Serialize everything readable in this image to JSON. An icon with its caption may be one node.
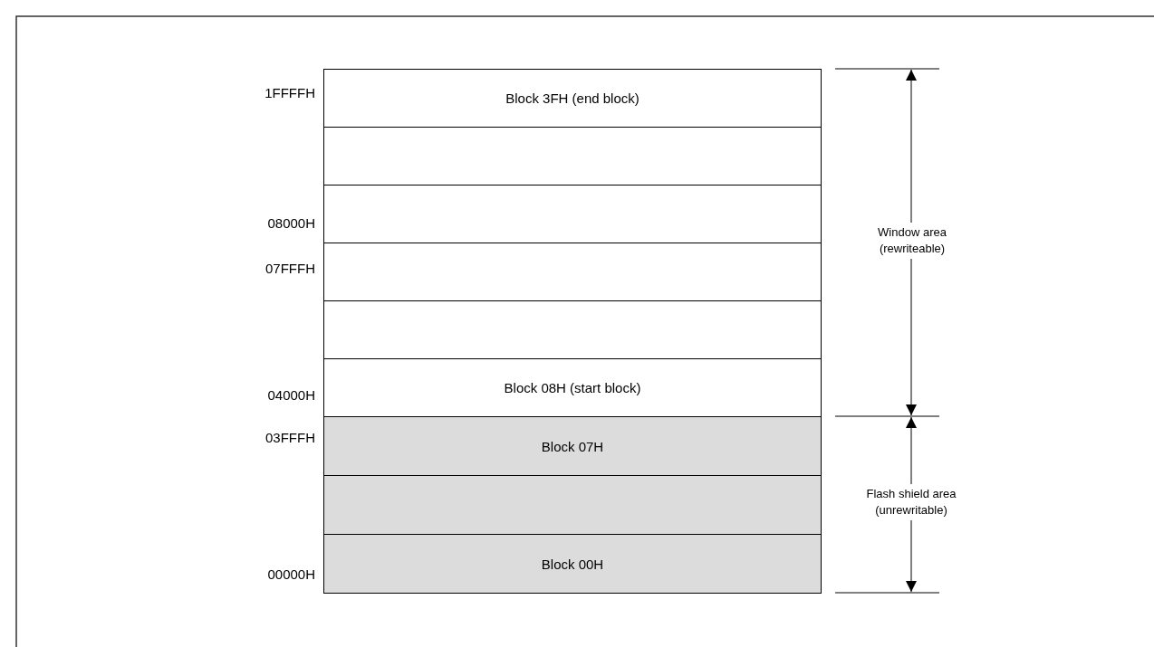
{
  "diagram": {
    "nodes": [
      {
        "text": [
          "Block 3FH (end block)"
        ]
      },
      {
        "text": [],
        "shape": "box"
      },
      {
        "text": [],
        "shape": "box"
      },
      {
        "text": [],
        "shape": "box"
      },
      {
        "text": [],
        "shape": "box"
      },
      {
        "text": [
          "Block 08H (start block)"
        ]
      },
      {
        "text": [
          "Block 07H"
        ]
      },
      {
        "text": [],
        "shape": "box"
      },
      {
        "text": [
          "Block 00H"
        ]
      }
    ],
    "edges": [],
    "labels": [
      "1FFFFH",
      "08000H",
      "07FFFH",
      "04000H",
      "03FFFH",
      "00000H",
      "Window area (rewriteable)",
      "Flash shield area (unrewritable)"
    ]
  }
}
